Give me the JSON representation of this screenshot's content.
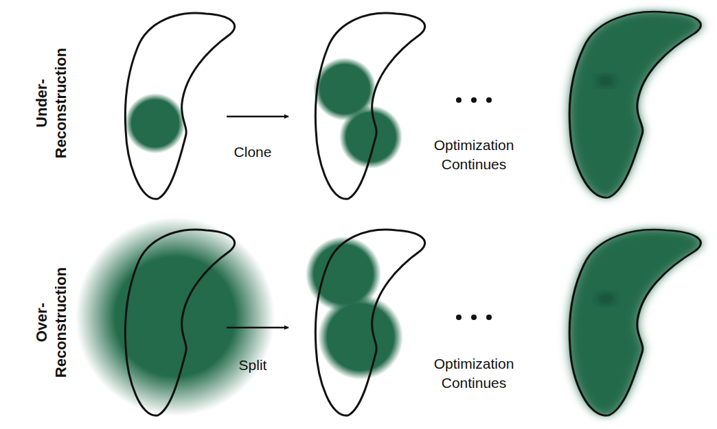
{
  "diagram": {
    "labels": [
      "Under- Reconstruction",
      "Clone",
      "Optimization Continues",
      "Over- Reconstruction",
      "Split",
      "Optimization Continues"
    ]
  }
}
